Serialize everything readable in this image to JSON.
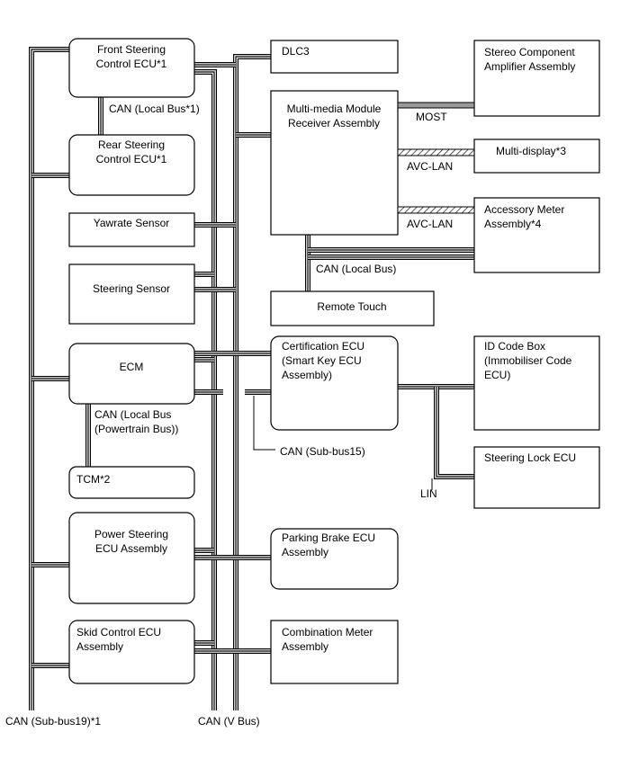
{
  "boxes": {
    "front_steering": [
      "Front Steering",
      "Control ECU*1"
    ],
    "rear_steering": [
      "Rear Steering",
      "Control ECU*1"
    ],
    "yawrate": [
      "Yawrate Sensor"
    ],
    "steering_sensor": [
      "Steering Sensor"
    ],
    "ecm": [
      "ECM"
    ],
    "tcm": [
      "TCM*2"
    ],
    "power_steering": [
      "Power Steering",
      "ECU Assembly"
    ],
    "skid_control": [
      "Skid Control ECU",
      "Assembly"
    ],
    "dlc3": [
      "DLC3"
    ],
    "multimedia": [
      "Multi-media Module",
      "Receiver Assembly"
    ],
    "remote_touch": [
      "Remote Touch"
    ],
    "certification": [
      "Certification ECU",
      "(Smart Key ECU",
      "Assembly)"
    ],
    "parking_brake": [
      "Parking Brake ECU",
      "Assembly"
    ],
    "combination_meter": [
      "Combination Meter",
      "Assembly"
    ],
    "stereo": [
      "Stereo Component",
      "Amplifier Assembly"
    ],
    "multi_display": [
      "Multi-display*3"
    ],
    "accessory_meter": [
      "Accessory Meter",
      "Assembly*4"
    ],
    "id_code_box": [
      "ID Code Box",
      "(Immobiliser Code",
      "ECU)"
    ],
    "steering_lock": [
      "Steering Lock ECU"
    ]
  },
  "labels": {
    "can_local_bus_1": "CAN (Local Bus*1)",
    "can_local_powertrain_1": "CAN (Local Bus",
    "can_local_powertrain_2": "(Powertrain Bus))",
    "can_sub_bus15": "CAN (Sub-bus15)",
    "most": "MOST",
    "avc_lan_1": "AVC-LAN",
    "avc_lan_2": "AVC-LAN",
    "can_local_bus": "CAN (Local Bus)",
    "lin": "LIN",
    "can_sub_bus19": "CAN (Sub-bus19)*1",
    "can_v_bus": "CAN (V Bus)"
  }
}
